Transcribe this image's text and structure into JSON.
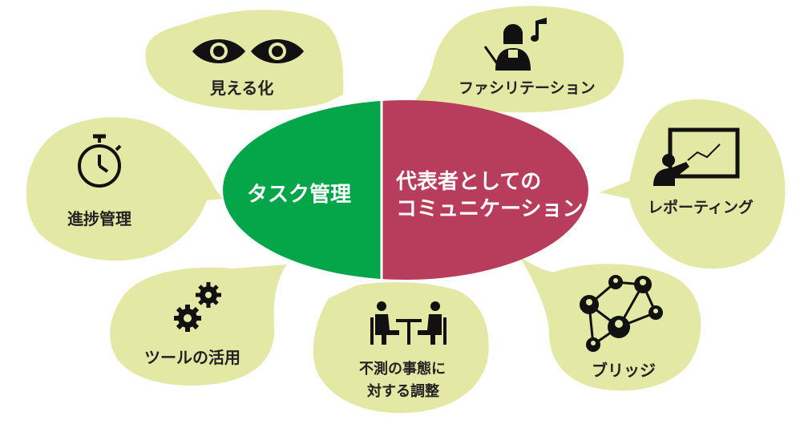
{
  "center": {
    "left_label": "タスク管理",
    "right_line1": "代表者としての",
    "right_line2": "コミュニケーション",
    "left_color": "#05a64a",
    "right_color": "#b83d5c"
  },
  "bubble_color": "#e3e8a4",
  "bubbles": {
    "visibility": {
      "label": "見える化",
      "icon": "eyes-icon"
    },
    "facilitation": {
      "label": "ファシリテーション",
      "icon": "conductor-icon"
    },
    "progress": {
      "label": "進捗管理",
      "icon": "stopwatch-icon"
    },
    "reporting": {
      "label": "レポーティング",
      "icon": "presentation-icon"
    },
    "tools": {
      "label": "ツールの活用",
      "icon": "gears-icon"
    },
    "contingency": {
      "line1": "不測の事態に",
      "line2": "対する調整",
      "icon": "meeting-icon"
    },
    "bridge": {
      "label": "ブリッジ",
      "icon": "network-icon"
    }
  }
}
